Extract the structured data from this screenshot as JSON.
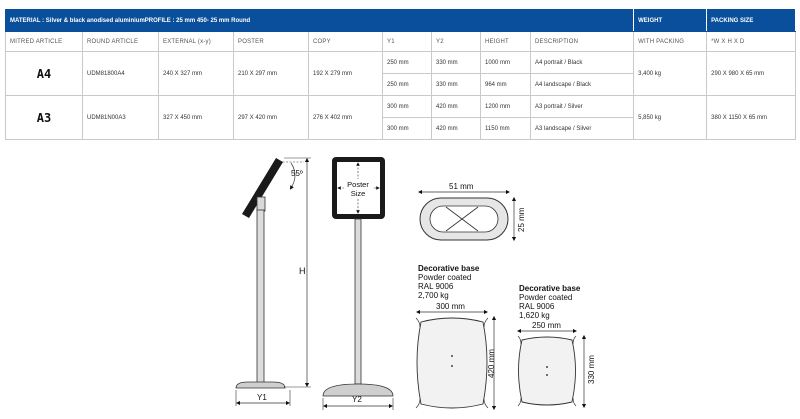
{
  "table": {
    "header": {
      "material": "MATERIAL : Silver & black anodised aluminiumPROFILE : 25 mm 450- 25 mm Round",
      "weight": "WEIGHT",
      "packing": "PACKING SIZE"
    },
    "columns": {
      "mitred": "MITRED ARTICLE",
      "round": "ROUND ARTICLE",
      "external": "EXTERNAL (x-y)",
      "poster": "POSTER",
      "copy": "COPY",
      "y1": "Y1",
      "y2": "Y2",
      "height": "HEIGHT",
      "description": "DESCRIPTION",
      "with_packing": "WITH PACKING",
      "whxd": "*W X H X D"
    },
    "rows": [
      {
        "mitred": "A4",
        "round": "UDM81800A4",
        "external": "240 X 327 mm",
        "poster": "210 X 297 mm",
        "copy": "192 X 279 mm",
        "weight": "3,400 kg",
        "packing": "290 X 980 X 65 mm",
        "variants": [
          {
            "y1": "250 mm",
            "y2": "330 mm",
            "height": "1000 mm",
            "description": "A4 portrait / Black"
          },
          {
            "y1": "250 mm",
            "y2": "330 mm",
            "height": "964 mm",
            "description": "A4 landscape / Black"
          }
        ]
      },
      {
        "mitred": "A3",
        "round": "UDM81N00A3",
        "external": "327 X 450 mm",
        "poster": "297 X 420 mm",
        "copy": "276 X 402 mm",
        "weight": "5,850 kg",
        "packing": "380 X 1150 X 65 mm",
        "variants": [
          {
            "y1": "300 mm",
            "y2": "420 mm",
            "height": "1200 mm",
            "description": "A3 portrait / Silver"
          },
          {
            "y1": "300 mm",
            "y2": "420 mm",
            "height": "1150 mm",
            "description": "A3 landscape / Silver"
          }
        ]
      }
    ]
  },
  "drawing": {
    "angle": "55º",
    "height_label": "H",
    "y1_label": "Y1",
    "y2_label": "Y2",
    "poster_size_line1": "Poster",
    "poster_size_line2": "Size",
    "profile_width": "51 mm",
    "profile_depth": "25 mm",
    "base_large": {
      "title": "Decorative base",
      "line1": "Powder coated",
      "line2": "RAL 9006",
      "line3": "2,700 kg",
      "width": "300 mm",
      "depth": "420 mm"
    },
    "base_small": {
      "title": "Decorative base",
      "line1": "Powder coated",
      "line2": "RAL 9006",
      "line3": "1,620 kg",
      "width": "250 mm",
      "depth": "330 mm"
    }
  }
}
